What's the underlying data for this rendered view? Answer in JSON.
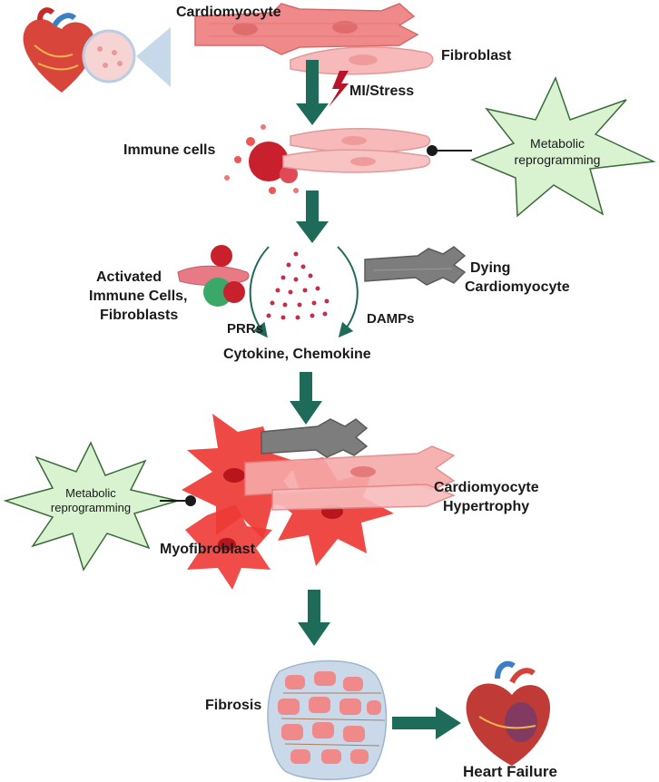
{
  "labels": {
    "cardiomyocyte": "Cardiomyocyte",
    "fibroblast": "Fibroblast",
    "mi_stress": "MI/Stress",
    "immune_cells": "Immune cells",
    "metabolic_top_line1": "Metabolic",
    "metabolic_top_line2": "reprogramming",
    "activated_line1": "Activated",
    "activated_line2": "Immune Cells,",
    "activated_line3": "Fibroblasts",
    "dying_line1": "Dying",
    "dying_line2": "Cardiomyocyte",
    "prrs": "PRRs",
    "damps": "DAMPs",
    "cytokine": "Cytokine, Chemokine",
    "metabolic_left_line1": "Metabolic",
    "metabolic_left_line2": "reprogramming",
    "hypertrophy_line1": "Cardiomyocyte",
    "hypertrophy_line2": "Hypertrophy",
    "myofibroblast": "Myofibroblast",
    "fibrosis": "Fibrosis",
    "heart_failure": "Heart Failure"
  },
  "colors": {
    "arrow": "#1f6b5a",
    "cardiomyocyte": "#f08a8a",
    "fibroblast": "#f7b9b9",
    "myofibroblast": "#ee3a36",
    "immune": "#c8202c",
    "starburst_fill": "#d9f2d0",
    "starburst_stroke": "#3a6b3a",
    "dying": "#808080",
    "lightning": "#b8152a",
    "fibrosis_bg": "#c9d9ea"
  }
}
